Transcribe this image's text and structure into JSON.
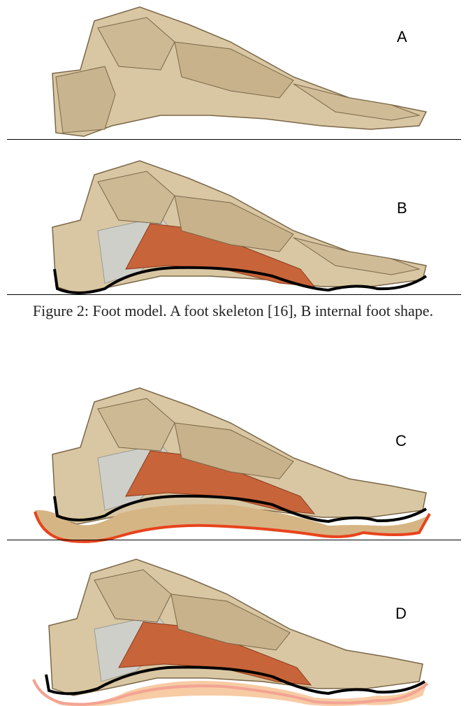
{
  "panels": [
    {
      "id": "A",
      "label": "A"
    },
    {
      "id": "B",
      "label": "B"
    },
    {
      "id": "C",
      "label": "C"
    },
    {
      "id": "D",
      "label": "D"
    }
  ],
  "caption": "Figure 2: Foot model. A foot skeleton [16], B internal foot shape.",
  "colors": {
    "bone": "#d9c7a3",
    "bone_shadow": "#a98f63",
    "muscle": "#c8643a",
    "ligament": "#cfcfca",
    "outline_black": "#000000",
    "outline_red": "#e8431c",
    "padding_tan": "#d6b585",
    "outline_pink": "#f3a394",
    "padding_peach": "#f7cba4"
  }
}
